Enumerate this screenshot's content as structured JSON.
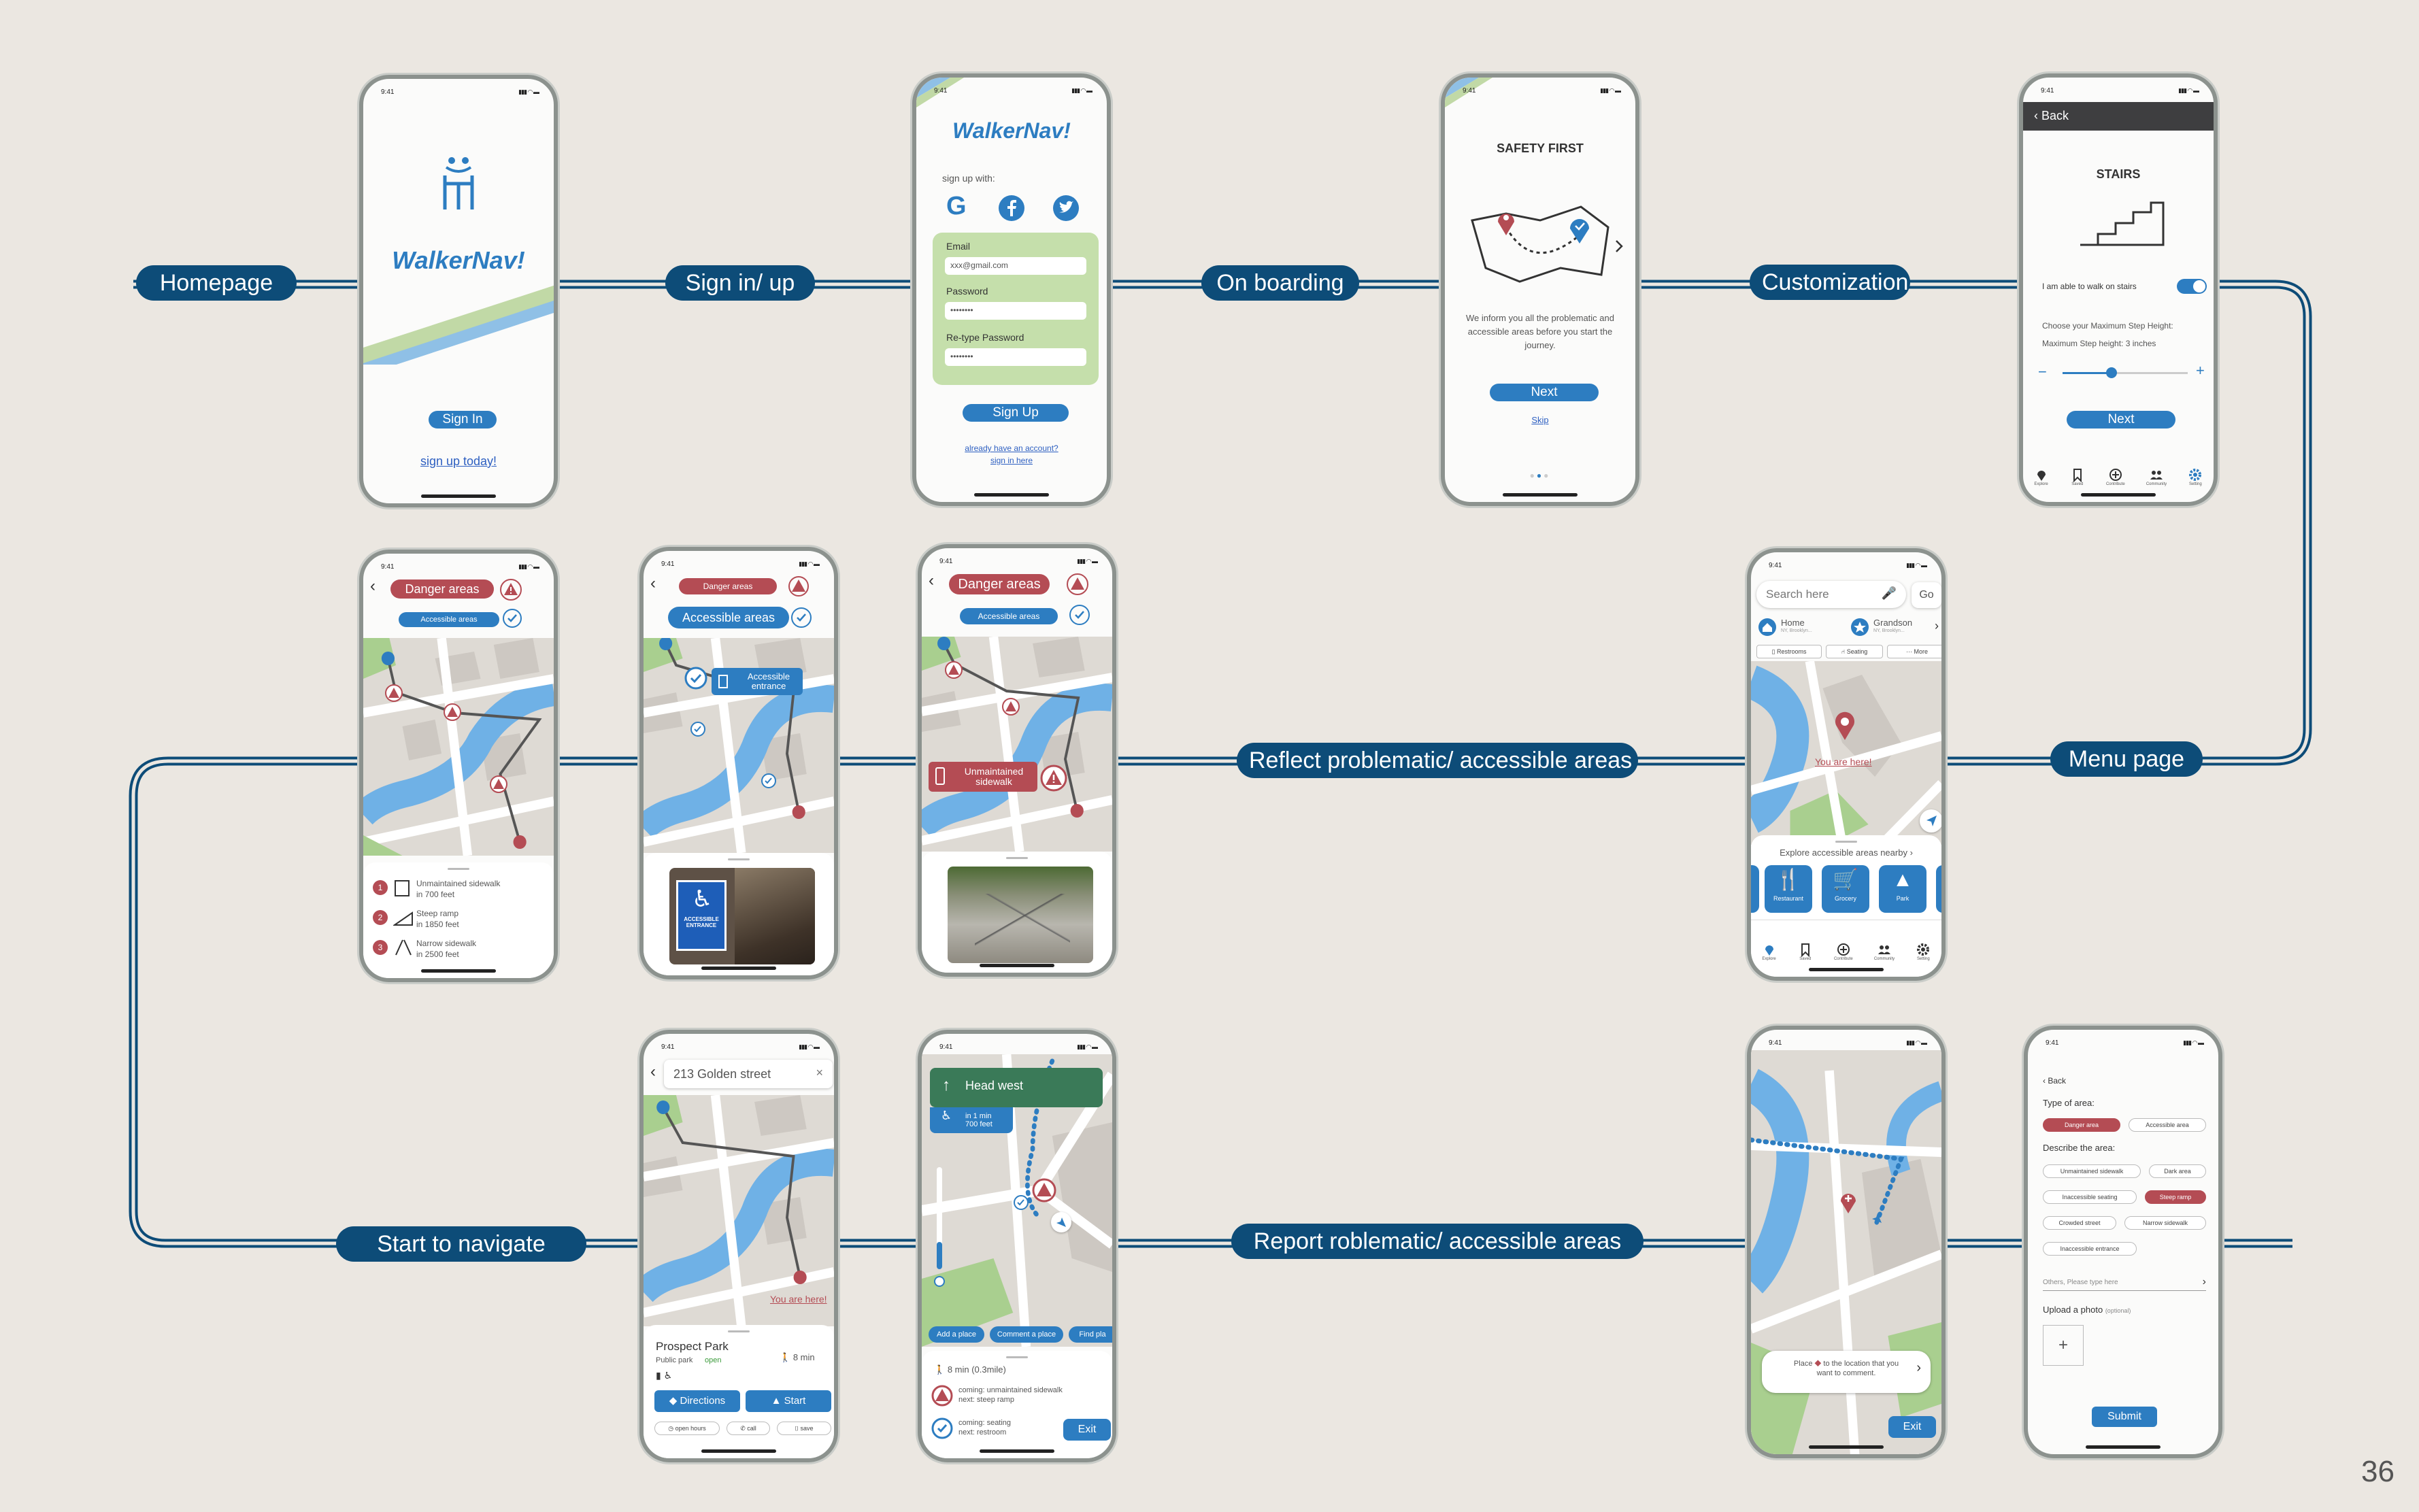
{
  "labels": {
    "homepage": "Homepage",
    "signin": "Sign in/ up",
    "onboarding": "On boarding",
    "customization": "Customization",
    "reflect": "Reflect problematic/ accessible areas",
    "menu": "Menu page",
    "navigate": "Start to navigate",
    "report": "Report roblematic/ accessible areas"
  },
  "page_number": "36",
  "status_time": "9:41",
  "home": {
    "logo": "WalkerNav!",
    "signin": "Sign In",
    "signup": "sign up today!"
  },
  "signup": {
    "logo": "WalkerNav!",
    "with": "sign up with:",
    "email_label": "Email",
    "email_value": "xxx@gmail.com",
    "password_label": "Password",
    "password_value": "••••••••",
    "retype_label": "Re-type Password",
    "retype_value": "••••••••",
    "button": "Sign Up",
    "already": "already have an account?",
    "signin": "sign in here"
  },
  "onboard": {
    "title": "SAFETY FIRST",
    "body": "We inform you all the problematic and accessible areas before you start the journey.",
    "next": "Next",
    "skip": "Skip"
  },
  "custom": {
    "back": "Back",
    "title": "STAIRS",
    "able": "I am able to walk on stairs",
    "choose": "Choose your Maximum Step Height:",
    "max": "Maximum Step height: 3 inches",
    "next": "Next"
  },
  "tabs": [
    "Explore",
    "Saved",
    "Contribute",
    "Community",
    "Setting"
  ],
  "danger1": {
    "danger": "Danger areas",
    "accessible": "Accessible areas",
    "items": [
      {
        "num": "1",
        "title": "Unmaintained sidewalk",
        "dist": "in 700 feet"
      },
      {
        "num": "2",
        "title": "Steep ramp",
        "dist": "in 1850 feet"
      },
      {
        "num": "3",
        "title": "Narrow sidewalk",
        "dist": "in 2500 feet"
      }
    ]
  },
  "access": {
    "danger": "Danger areas",
    "accessible": "Accessible areas",
    "callout": "Accessible entrance",
    "sign": "ACCESSIBLE ENTRANCE"
  },
  "danger2": {
    "danger": "Danger areas",
    "accessible": "Accessible areas",
    "callout": "Unmaintained sidewalk"
  },
  "menu": {
    "search": "Search here",
    "go": "Go",
    "home": "Home",
    "home_sub": "NY, Brooklyn...",
    "grandson": "Grandson",
    "grandson_sub": "NY, Brooklyn...",
    "filters": [
      "Restrooms",
      "Seating",
      "More"
    ],
    "you": "You are here!",
    "explore": "Explore accessible areas nearby",
    "cats": [
      "Restaurant",
      "Grocery",
      "Park"
    ]
  },
  "navigate": {
    "address": "213 Golden street",
    "you": "You are here!",
    "place": "Prospect Park",
    "type": "Public park",
    "open": "open",
    "time": "8 min",
    "directions": "Directions",
    "start": "Start",
    "open_hours": "open hours",
    "call": "call",
    "save": "save"
  },
  "nav2": {
    "head": "Head west",
    "in": "in 1 min",
    "feet": "700 feet",
    "add": "Add a place",
    "comment": "Comment a place",
    "find": "Find pla",
    "eta": "8 min (0.3mile)",
    "c1": "coming: unmaintained sidewalk",
    "n1": "next: steep ramp",
    "c2": "coming: seating",
    "n2": "next: restroom",
    "exit": "Exit"
  },
  "report": {
    "place": "Place",
    "rest": "to the location that you want to comment.",
    "exit": "Exit"
  },
  "form": {
    "back": "Back",
    "type": "Type of area:",
    "danger": "Danger area",
    "accessible": "Accessible area",
    "describe": "Describe the area:",
    "chips": [
      "Unmaintained sidewalk",
      "Dark area",
      "Inaccessible seating",
      "Steep ramp",
      "Crowded street",
      "Narrow sidewalk",
      "Inaccessible entrance"
    ],
    "others": "Others, Please type here",
    "upload": "Upload a photo",
    "optional": "(optional)",
    "plus": "+",
    "submit": "Submit"
  }
}
